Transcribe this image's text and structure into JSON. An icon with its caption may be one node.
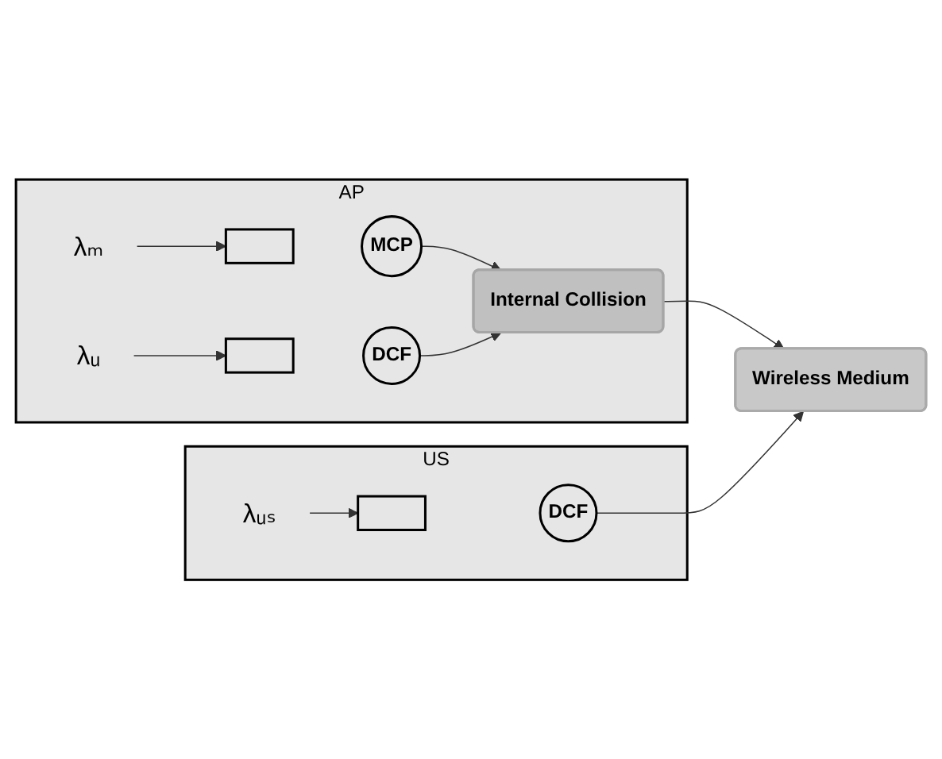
{
  "diagram": {
    "nodes": [
      {
        "text": [
          "AP"
        ]
      },
      {
        "text": [
          "λₘ"
        ],
        "in": 0
      },
      {
        "text": [],
        "shape": "box",
        "in": 0
      },
      {
        "text": [
          "MCP"
        ],
        "in": 0
      },
      {
        "text": [
          "λᵤ"
        ],
        "in": 0
      },
      {
        "text": [],
        "shape": "box",
        "in": 0
      },
      {
        "text": [
          "DCF"
        ],
        "in": 0
      },
      {
        "text": [
          "Internal Collision"
        ],
        "in": 0
      },
      {
        "text": [
          "US"
        ]
      },
      {
        "text": [
          "λᵤₛ"
        ],
        "in": 8
      },
      {
        "text": [],
        "shape": "box",
        "in": 8
      },
      {
        "text": [
          "DCF"
        ],
        "in": 8
      },
      {
        "text": [
          "Wireless Medium"
        ]
      }
    ],
    "edges": [
      {
        "from": 1,
        "to": 2,
        "arrow": "to"
      },
      {
        "from": 3,
        "to": 7,
        "arrow": "to"
      },
      {
        "from": 4,
        "to": 5,
        "arrow": "to"
      },
      {
        "from": 6,
        "to": 7,
        "arrow": "to"
      },
      {
        "from": 7,
        "to": 12,
        "arrow": "to"
      },
      {
        "from": 9,
        "to": 10,
        "arrow": "to"
      },
      {
        "from": 11,
        "to": 12,
        "arrow": "to"
      }
    ]
  }
}
